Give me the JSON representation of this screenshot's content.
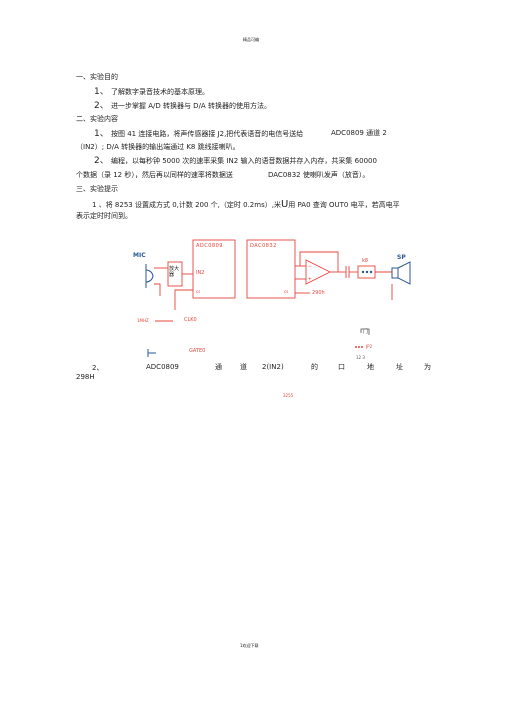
{
  "header": {
    "text": "精品可编"
  },
  "sections": {
    "s1_title": "一、实验目的",
    "s1_items": [
      {
        "num": "1、",
        "text": "了解数字录音技术的基本原理。"
      },
      {
        "num": "2、",
        "text": "进一步掌握  A/D 转换器与 D/A 转换器的使用方法。"
      }
    ],
    "s2_title": "二、实验内容",
    "s2_item1_num": "1、",
    "s2_item1_line1": "按图 41 连接电路，将声传感器接 J2,把代表语音的电信号送给",
    "s2_item1_line1b": "ADC0809 通道 2",
    "s2_item1_line2": "（IN2）; D/A 转换器的输出端通过  K8 跳线接喇叭。",
    "s2_item2_num": "2、",
    "s2_item2_line1": "编程，以每秒钟 5000 次的速率采集 IN2 输入的语音数据并存入内存，共采集 60000",
    "s2_item2_line2": "个数据（录 12 秒），然后再以同样的速率将数据送",
    "s2_item2_line2b": "DAC0832 使喇叭发声（放音）。",
    "s3_title": "三、实验提示",
    "s3_item1_num": "1",
    "s3_item1_line1a": "、将 8253 设置成方式 0,计数 200 个,（定时 0.2ms）,米",
    "s3_item1_sym": "U",
    "s3_item1_line1b": "用 PA0 查询 OUT0 电平，若高电平",
    "s3_item1_line2": "表示定时时间到。"
  },
  "circuit": {
    "mic": "MIC",
    "amp": "放大器",
    "adc": "ADC0809",
    "in2": "IN2",
    "cs1": "cs",
    "dac": "DAC0832",
    "cs2": "cs",
    "addr290": "290h",
    "k8": "k8",
    "sp": "SP",
    "mhz": "1MHZ",
    "clk": "CLK0",
    "gate": "GATE0",
    "jp2": "JP2",
    "jp2_pins": "12 3",
    "door": "门"
  },
  "item2": {
    "num": "2、",
    "words": [
      "ADC0809",
      "通",
      "道",
      "2(IN2)",
      "的",
      "口",
      "地",
      "址",
      "为"
    ],
    "cont": "298H",
    "red_label": "3255"
  },
  "footer": {
    "text": "1欢迎下载"
  },
  "colors": {
    "wire": "#e8453c",
    "text": "#222222",
    "accent_blue": "#2b5797"
  }
}
